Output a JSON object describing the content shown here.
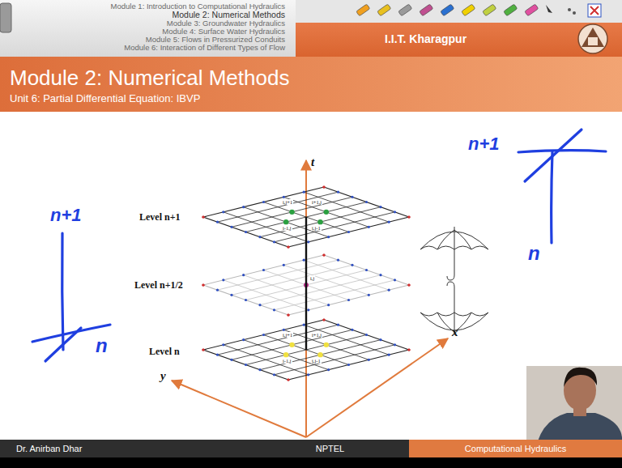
{
  "diagram": {
    "title": "Module 2: Numerical Methods",
    "nodes": [
      {
        "text": [
          "I.I.T. Kharagpur"
        ]
      },
      {
        "text": [
          "Dr. Anirban Dhar"
        ]
      },
      {
        "text": [
          "NPTEL"
        ]
      },
      {
        "text": [
          "Computational Hydraulics"
        ]
      }
    ],
    "labels": [
      "Module 1: Introduction to Computational Hydraulics",
      "Module 2: Numerical Methods",
      "Module 3: Groundwater Hydraulics",
      "Module 4: Surface Water Hydraulics",
      "Module 5: Flows in Pressurized Conduits",
      "Module 6: Interaction of Different Types of Flow",
      "Unit 6: Partial Differential Equation: IBVP",
      "t",
      "x",
      "y",
      "Level n+1",
      "Level n+1/2",
      "Level n",
      "i,j+1",
      "i+1,j",
      "i-1,j",
      "i,j-1",
      "i,j",
      "i,j+1",
      "i+1,j",
      "i-1,j",
      "i,j-1",
      "n+1",
      "n",
      "n+1",
      "n"
    ]
  }
}
